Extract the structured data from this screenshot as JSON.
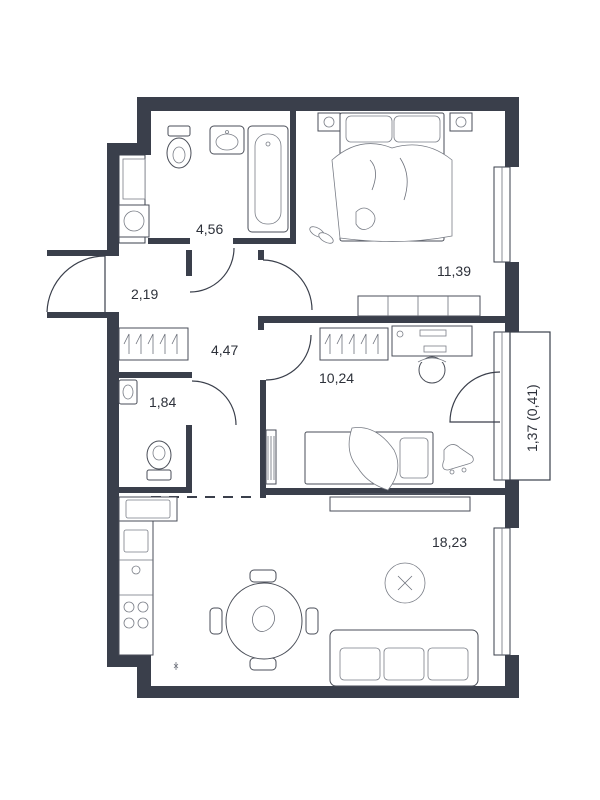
{
  "rooms": {
    "bathroom": "4,56",
    "bedroom": "11,39",
    "entry": "2,19",
    "hall": "4,47",
    "bedroom2": "10,24",
    "toilet": "1,84",
    "living": "18,23",
    "balcony": "1,37  (0,41)"
  },
  "colors": {
    "wall": "#3a3f4b",
    "background": "#ffffff"
  },
  "icons": [
    "toilet-icon",
    "sink-icon",
    "bathtub-icon",
    "washing-machine-icon",
    "bed-icon",
    "nightstand-icon",
    "slippers-icon",
    "dog-toy-icon",
    "wardrobe-icon",
    "desk-icon",
    "office-chair-icon",
    "tv-icon",
    "cooktop-icon",
    "dining-table-icon",
    "sofa-icon",
    "rug-icon",
    "roller-skates-icon"
  ]
}
